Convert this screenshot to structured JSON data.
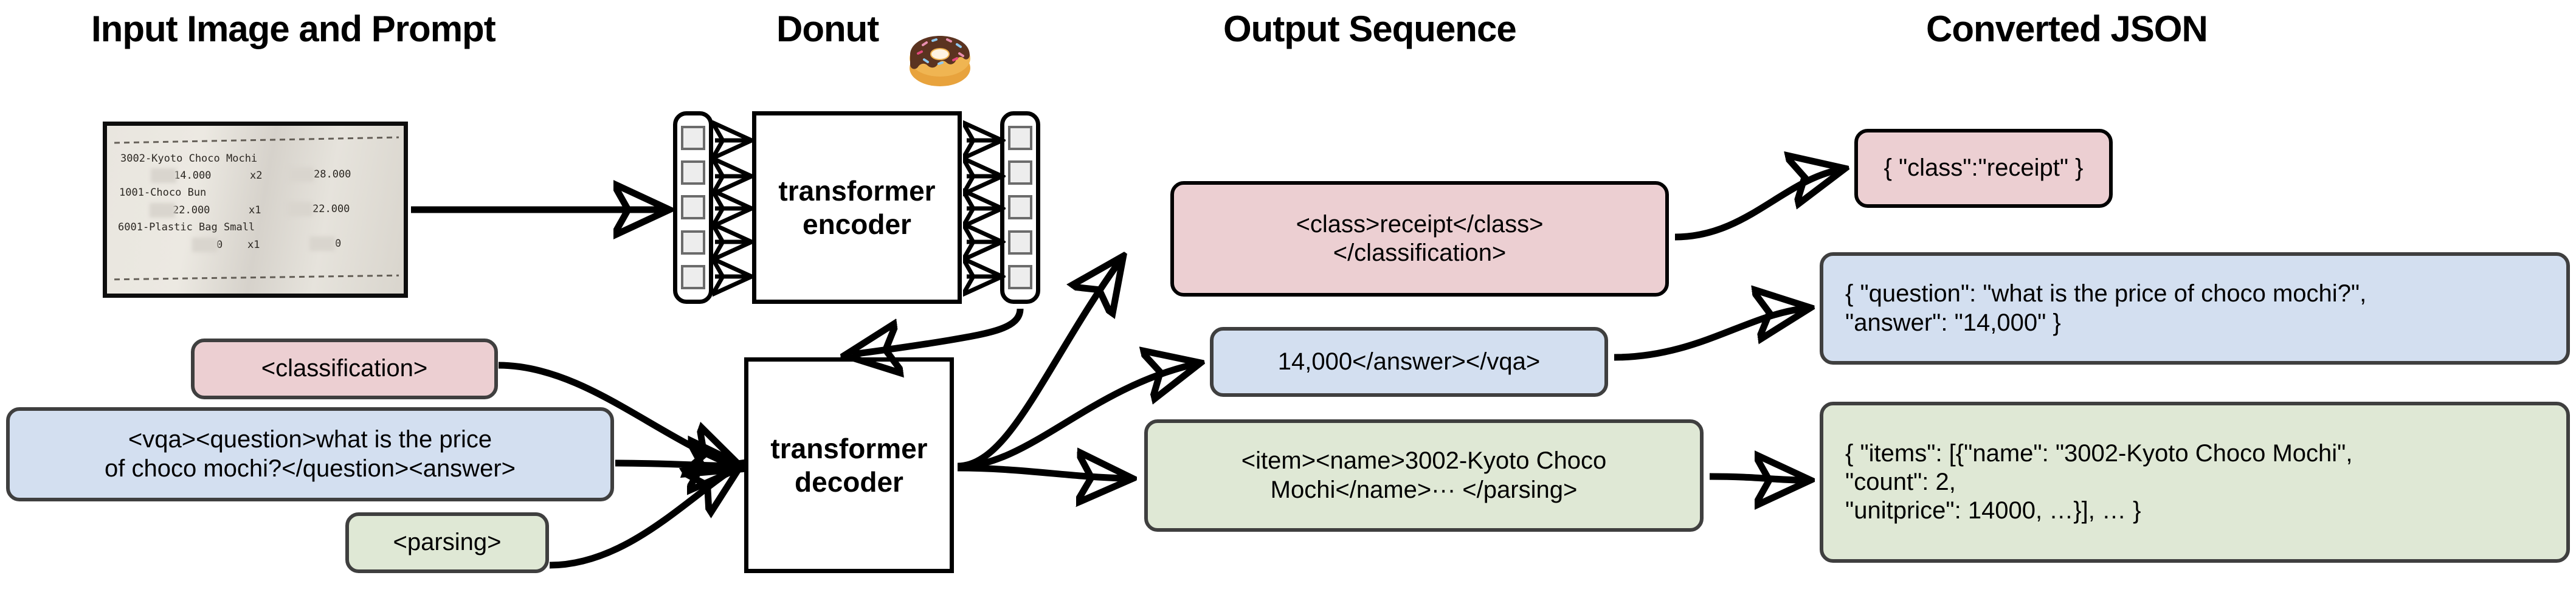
{
  "columns": [
    {
      "id": "input",
      "title": "Input Image and Prompt"
    },
    {
      "id": "donut",
      "title": "Donut"
    },
    {
      "id": "output",
      "title": "Output Sequence"
    },
    {
      "id": "json",
      "title": "Converted JSON"
    }
  ],
  "donut_icon": "donut-emoji",
  "receipt": {
    "lines": [
      "3002-Kyoto Choco Mochi",
      "         14.000    x2        28.000",
      "1001-Choco Bun",
      "         22.000    x1        22.000",
      "6001-Plastic Bag Small",
      "              0    x1             0"
    ],
    "line_left": "3002-Kyoto Choco Mochi",
    "line_left_2": "1001-Choco Bun",
    "line_left_3": "6001-Plastic Bag Small",
    "amount_1": "14.000",
    "qty_1": "x2",
    "total_1": "28.000",
    "amount_2": "22.000",
    "qty_2": "x1",
    "total_2": "22.000",
    "amount_3": "0",
    "qty_3": "x1",
    "total_3": "0"
  },
  "model": {
    "encoder_label": "transformer\nencoder",
    "decoder_label": "transformer\ndecoder",
    "encoder_input_tokens": 5,
    "encoder_output_tokens": 5
  },
  "prompts": [
    {
      "id": "classification",
      "text": "<classification>",
      "color": "#eccfd2"
    },
    {
      "id": "vqa",
      "text": "<vqa><question>what is the price\nof choco mochi?</question><answer>",
      "color": "#d3dff0"
    },
    {
      "id": "parsing",
      "text": "<parsing>",
      "color": "#dfe8d5"
    }
  ],
  "outputs": [
    {
      "id": "classification-output",
      "text": "<class>receipt</class>\n</classification>",
      "color": "#eccfd2"
    },
    {
      "id": "vqa-output",
      "text": "14,000</answer></vqa>",
      "color": "#d3dff0"
    },
    {
      "id": "parsing-output",
      "text": "<item><name>3002-Kyoto Choco\nMochi</name>··· </parsing>",
      "color": "#dfe8d5"
    }
  ],
  "json_results": [
    {
      "id": "classification-json",
      "text": "{ \"class\":\"receipt\" }",
      "color": "#eccfd2"
    },
    {
      "id": "vqa-json",
      "text": "{ \"question\": \"what is the price of choco mochi?\",\n   \"answer\": \"14,000\" }",
      "color": "#d3dff0"
    },
    {
      "id": "parsing-json",
      "text": "{ \"items\": [{\"name\": \"3002-Kyoto Choco Mochi\",\n     \"count\": 2,\n     \"unitprice\": 14000, …}], … }",
      "color": "#dfe8d5"
    }
  ],
  "colors": {
    "pink": "#eccfd2",
    "blue": "#d3dff0",
    "green": "#dfe8d5",
    "box_border": "#3f3f3f",
    "stroke": "#000000",
    "token_fill": "#ededed",
    "token_border": "#6b6b6b"
  }
}
